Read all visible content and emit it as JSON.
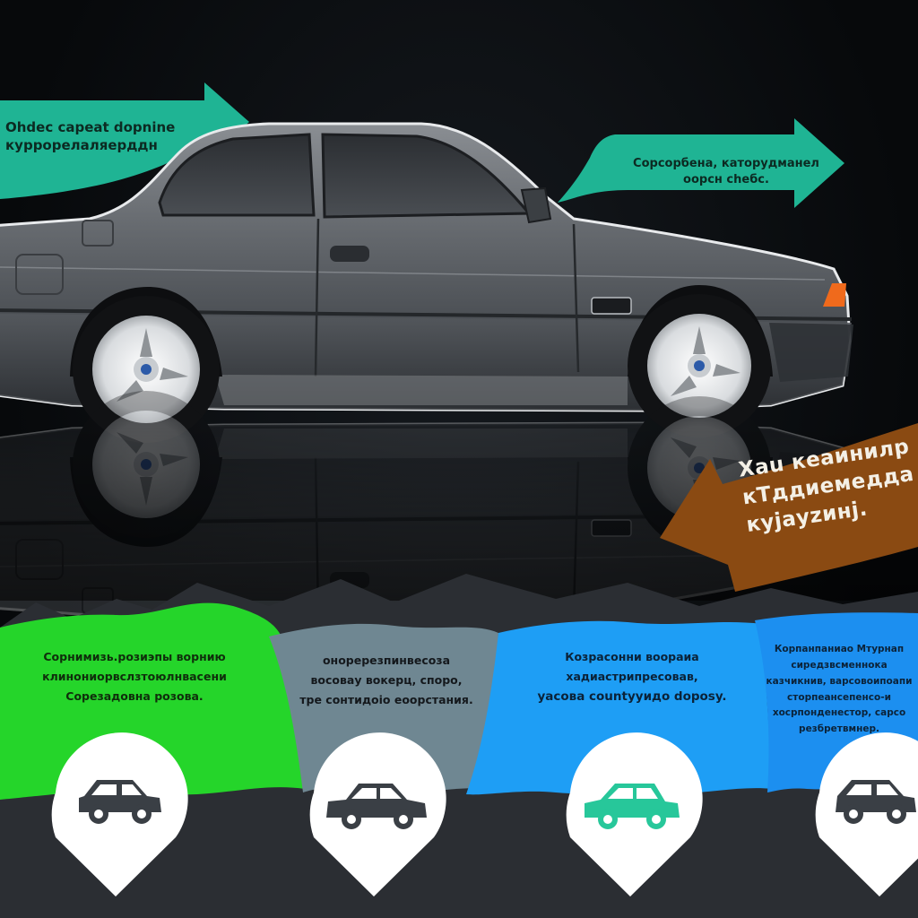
{
  "callouts": {
    "top_left": [
      "Ohdec capeat dopnine",
      "куррорелаляерддн"
    ],
    "top_right": [
      "Сорсорбена, каторудманел",
      "оорсн сheбс."
    ],
    "right": [
      "Хаu кеаинилр",
      "кТддиемедда",
      "куjаyzинj."
    ]
  },
  "panels": [
    {
      "lines": [
        "Сорнимизь.розиэпы ворнию",
        "клинониорвслзтоюлнвасени",
        "Сорезадовна розова."
      ],
      "color": "#25d52a"
    },
    {
      "lines": [
        "оноререзпинвесоза",
        "восовау вокерц, споро,",
        "тре сонтидоіо еоорстания."
      ],
      "color": "#6f8792"
    },
    {
      "lines": [
        "Козрасонни воораиа",
        "хадиастрипресовав,",
        "yасова countyуидо doposy."
      ],
      "color": "#1e9ef5"
    },
    {
      "lines": [
        "Корпанпаниао Мтурнап",
        "сиредзвсменнока",
        "казчикнив, варсовоипоапи",
        "сторпеансепенсо-и",
        "хосрпонденестор, сарсо",
        "резбретвмнер."
      ],
      "color": "#1c8ff0"
    }
  ],
  "colors": {
    "teal_arrow": "#1fb494",
    "brown_arrow": "#8a4a12",
    "car_body": "#5b5f64",
    "icon_dark": "#3a3f45",
    "icon_teal": "#27c79a"
  },
  "icons": [
    "car-silhouette-icon",
    "sedan-icon",
    "hatchback-icon",
    "car-silhouette-icon"
  ]
}
